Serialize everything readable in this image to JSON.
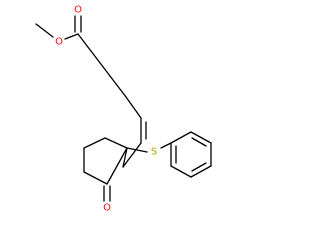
{
  "molecule": {
    "atoms": {
      "ester_oxygen_carbonyl": {
        "symbol": "O",
        "color": "#ff0d0d"
      },
      "ester_oxygen_ether": {
        "symbol": "O",
        "color": "#ff0d0d"
      },
      "sulfur": {
        "symbol": "S",
        "color": "#b8a200"
      },
      "ketone_oxygen": {
        "symbol": "O",
        "color": "#ff0d0d"
      }
    },
    "bond_color": "#000000",
    "background": "#ffffff"
  }
}
